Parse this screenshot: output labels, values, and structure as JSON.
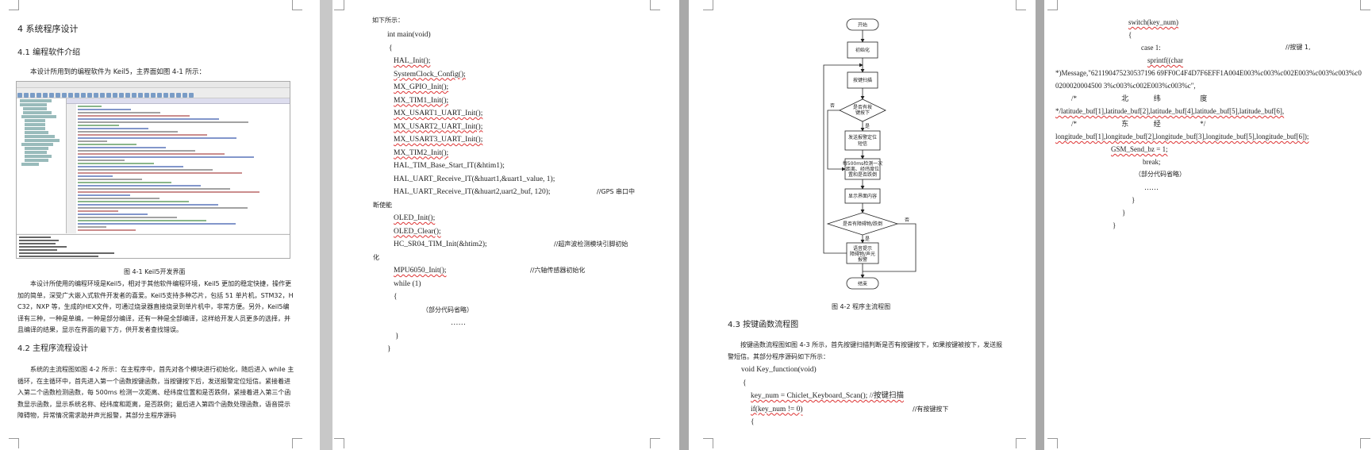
{
  "page1": {
    "heading_chapter": "4 系统程序设计",
    "heading_41": "4.1 编程软件介绍",
    "intro_line": "本设计所用到的编程软件为 Keil5，主界面如图 4-1 所示：",
    "figure_caption": "图 4-1 Keil5开发界面",
    "para_keil": "本设计所使用的编程环境是Keil5，相对于其他软件编程环境，Keil5 更加的稳定快捷，操作更加的简单，深受广大嵌入式软件开发者的喜爱。Keil5支持多种芯片，包括 51 单片机，STM32，HC32，NXP 等，生成的HEX文件，可通过烧录器直接烧录到单片机中，非常方便。另外，Keil5编译有三种，一种是单编，一种是部分编译，还有一种是全部编译，这样给开发人员更多的选择，并且编译的结果，显示在界面的最下方，供开发者查找错误。",
    "heading_42": "4.2 主程序流程设计",
    "para_main": "系统的主流程图如图 4-2 所示：在主程序中，首先对各个模块进行初始化，随后进入 while 主循环，在主循环中，首先进入第一个函数按键函数，当按键按下后，发送报警定位短信。紧接着进入第二个函数检测函数，每 500ms 检测一次距离、经纬度位置和是否跌倒，紧接着进入第三个函数显示函数，显示系统名称、经纬度和距离，是否跌倒；最后进入第四个函数处理函数，语音提示障碍物，异常情况需求助并声光报警，其部分主程序源码"
  },
  "page2": {
    "intro": "如下所示：",
    "lines": [
      "int main(void)",
      "{",
      "HAL_Init();",
      "SystemClock_Config();",
      "MX_GPIO_Init();",
      "MX_TIM1_Init();",
      "MX_USART1_UART_Init();",
      "MX_USART2_UART_Init();",
      "MX_USART3_UART_Init();",
      "MX_TIM2_Init();",
      "HAL_TIM_Base_Start_IT(&htim1);",
      "HAL_UART_Receive_IT(&huart1,&uart1_value, 1);",
      "HAL_UART_Receive_IT(&huart2,uart2_buf, 120);",
      "",
      "OLED_Init();",
      "OLED_Clear();",
      "HC_SR04_TIM_Init(&htim2);",
      "",
      "MPU6050_Init();",
      "while (1)",
      "{",
      "（部分代码省略）",
      "……",
      "}",
      "}"
    ],
    "comment_gps_a": "//GPS 串口中",
    "comment_gps_b": "断使能",
    "comment_hc_a": "//超声波检测模块引脚初始",
    "comment_hc_b": "化",
    "comment_mpu": "//六轴传感器初始化"
  },
  "page3": {
    "flow": {
      "start": "开始",
      "init": "初始化",
      "key_scan": "按键扫描",
      "q_key": [
        "是否有按",
        "键按下"
      ],
      "no": "否",
      "yes": "是",
      "send_sms": [
        "发送报警定位",
        "短信"
      ],
      "detect": [
        "每500ms检测一次",
        "距离、经纬度位",
        "置和是否跌倒"
      ],
      "show": "显示界面内容",
      "q_abnormal": "是否有障碍物/跌倒",
      "alarm": [
        "语音提示",
        "障碍物/声光",
        "报警"
      ],
      "end": "结束"
    },
    "figure_caption": "图 4-2  程序主流程图",
    "heading_43": "4.3 按键函数流程图",
    "para_key": "按键函数流程图如图 4-3 所示，首先按键扫描判断是否有按键按下，如果按键被按下，发送报警短信。其部分程序源码如下所示：",
    "code": [
      "void Key_function(void)",
      "{",
      "key_num = Chiclet_Keyboard_Scan(); //按键扫描",
      "if(key_num != 0)",
      "{"
    ],
    "comment_key": "//有按键按下"
  },
  "page4": {
    "lines": [
      "switch(key_num)",
      "{",
      "case 1:",
      "sprintf((char",
      "*)Message,\"621190475230537196 69FF0C4F4D7F6EFF1A004E003%c003%c002E003%c003%c003%c00200020004500 3%c003%c002E003%c003%c\",",
      "/*                         北              纬                      度",
      "*/latitude_buf[1],latitude_buf[2],latitude_buf[4],latitude_buf[5],latitude_buf[6],",
      "/*                         东              经                      */",
      "longitude_buf[1],longitude_buf[2],longitude_buf[3],longitude_buf[5],longitude_buf[6]);",
      "GSM_Send_bz   = 1;",
      "break;",
      "（部分代码省略）",
      "……",
      "}",
      "}",
      "}"
    ],
    "comment_case": "//按键 1,"
  },
  "colors": {
    "background": "#a9a9a9",
    "page": "#ffffff",
    "scrollbar": "#c8c8c8",
    "spell_underline": "#dd3333"
  }
}
